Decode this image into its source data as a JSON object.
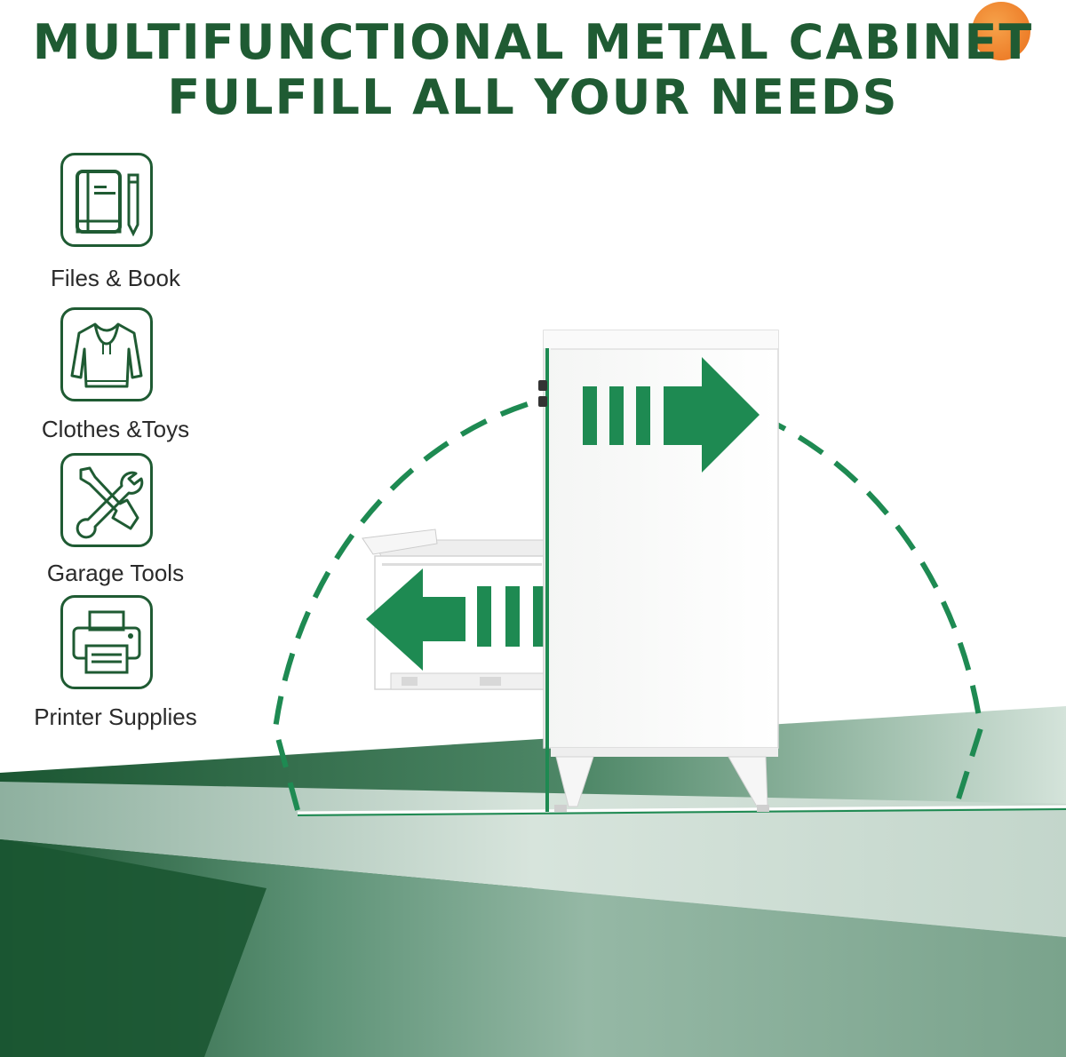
{
  "headline": {
    "line1": "MULTIFUNCTIONAL METAL CABINET",
    "line2": "FULFILL ALL YOUR NEEDS"
  },
  "features": [
    {
      "label": "Files & Book",
      "icon": "book-pencil-icon"
    },
    {
      "label": "Clothes &Toys",
      "icon": "hoodie-icon"
    },
    {
      "label": "Garage Tools",
      "icon": "screwdriver-wrench-icon"
    },
    {
      "label": "Printer Supplies",
      "icon": "printer-icon"
    }
  ],
  "colors": {
    "brand_green": "#1f5b33",
    "accent_green": "#1e8a52",
    "dark_green": "#1b5632",
    "badge_orange": "#ee7f2a",
    "cabinet_white": "#ffffff"
  }
}
